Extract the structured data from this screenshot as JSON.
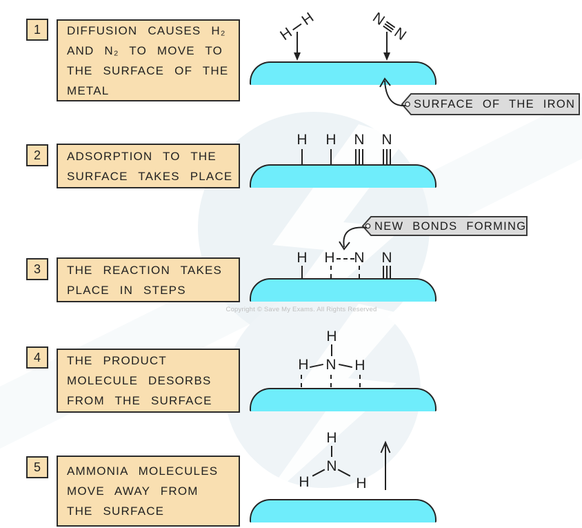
{
  "colors": {
    "c-surface": "#6FEDFB",
    "c-panel": "#F9DFB1",
    "c-tag": "#DCDCDC",
    "c-ink": "#222222"
  },
  "steps": [
    {
      "num": "1",
      "lines": [
        "DIFFUSION CAUSES H₂",
        "AND N₂ TO MOVE TO",
        "THE SURFACE OF THE",
        "METAL"
      ]
    },
    {
      "num": "2",
      "lines": [
        "ADSORPTION TO THE",
        "SURFACE TAKES PLACE"
      ]
    },
    {
      "num": "3",
      "lines": [
        "THE REACTION TAKES",
        "PLACE IN STEPS"
      ]
    },
    {
      "num": "4",
      "lines": [
        "THE PRODUCT",
        "MOLECULE DESORBS",
        "FROM THE SURFACE"
      ]
    },
    {
      "num": "5",
      "lines": [
        "AMMONIA MOLECULES",
        "MOVE AWAY FROM",
        "THE SURFACE"
      ]
    }
  ],
  "tags": {
    "surface": "SURFACE OF THE IRON",
    "bonds": "NEW BONDS FORMING"
  },
  "atoms": {
    "H": "H",
    "N": "N"
  },
  "copyright": "Copyright © Save My Exams. All Rights Reserved"
}
